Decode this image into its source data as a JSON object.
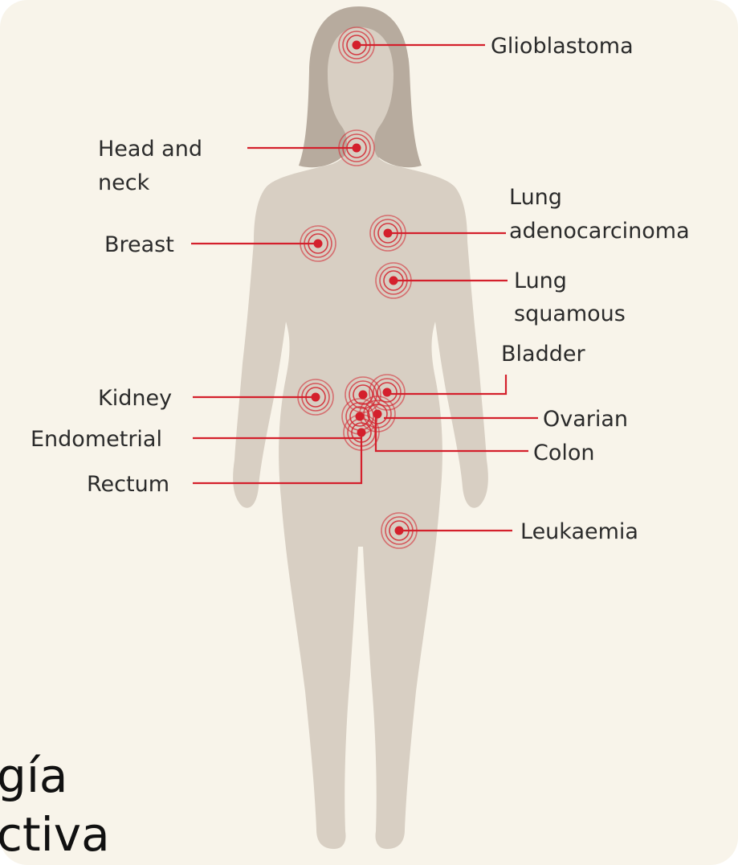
{
  "diagram": {
    "colors": {
      "background": "#f8f4ea",
      "body": "#d8cfc3",
      "hair": "#b7ab9e",
      "marker": "#d4202c",
      "text": "#2b2b2b"
    },
    "labels": {
      "glioblastoma": "Glioblastoma",
      "head_neck_1": "Head and",
      "head_neck_2": "neck",
      "lung_adeno_1": "Lung",
      "lung_adeno_2": "adenocarcinoma",
      "breast": "Breast",
      "lung_squamous_1": "Lung",
      "lung_squamous_2": "squamous",
      "bladder": "Bladder",
      "kidney": "Kidney",
      "ovarian": "Ovarian",
      "endometrial": "Endometrial",
      "colon": "Colon",
      "rectum": "Rectum",
      "leukaemia": "Leukaemia"
    }
  },
  "background_text": {
    "line1": "gía",
    "line2": "ctiva"
  }
}
